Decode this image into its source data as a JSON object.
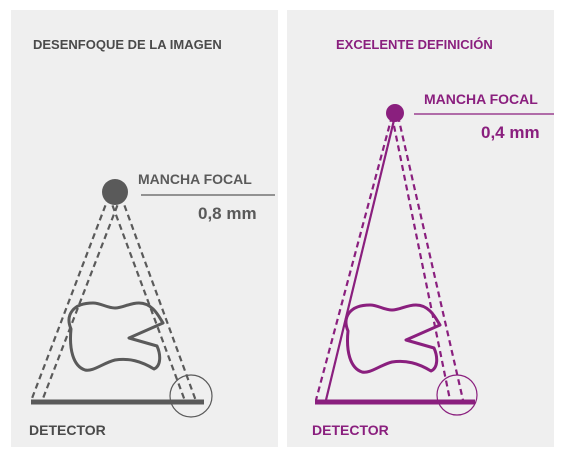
{
  "left_panel": {
    "title": "DESENFOQUE DE LA IMAGEN",
    "focal_label": "MANCHA FOCAL",
    "focal_size": "0,8 mm",
    "detector_label": "DETECTOR",
    "color": "#5a5a5a"
  },
  "right_panel": {
    "title": "EXCELENTE DEFINICIÓN",
    "focal_label": "MANCHA FOCAL",
    "focal_size": "0,4 mm",
    "detector_label": "DETECTOR",
    "color": "#8a1f7e"
  }
}
